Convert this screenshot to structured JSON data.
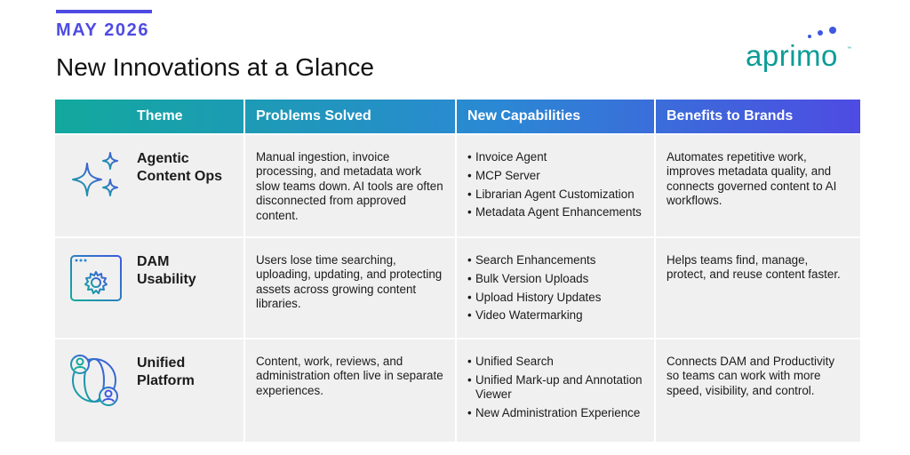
{
  "header": {
    "month": "MAY 2026",
    "title": "New Innovations at a Glance",
    "logo_text": "aprimo",
    "logo_mark": "™"
  },
  "colors": {
    "accent": "#4e4be2",
    "brand_teal": "#0b9c96",
    "header_gradient_start": "#12a99d",
    "header_gradient_end": "#4e4be2",
    "row_background": "#f0f0f0"
  },
  "table": {
    "columns": [
      "Theme",
      "Problems Solved",
      "New Capabilities",
      "Benefits to Brands"
    ],
    "rows": [
      {
        "icon": "sparkles-icon",
        "theme_line1": "Agentic",
        "theme_line2": "Content Ops",
        "problem": "Manual ingestion, invoice processing, and metadata work slow teams down. AI tools are often disconnected from approved content.",
        "capabilities": [
          "Invoice Agent",
          "MCP Server",
          "Librarian Agent Customization",
          "Metadata Agent Enhancements"
        ],
        "benefit": "Automates repetitive work, improves metadata quality, and connects governed content to AI workflows."
      },
      {
        "icon": "browser-gear-icon",
        "theme_line1": "DAM",
        "theme_line2": "Usability",
        "problem": "Users lose time searching, uploading, updating, and protecting assets across growing content libraries.",
        "capabilities": [
          "Search Enhancements",
          "Bulk Version Uploads",
          "Upload History Updates",
          "Video Watermarking"
        ],
        "benefit": "Helps teams find, manage, protect, and reuse content faster."
      },
      {
        "icon": "globe-users-icon",
        "theme_line1": "Unified",
        "theme_line2": "Platform",
        "problem": "Content, work, reviews, and administration often live in separate experiences.",
        "capabilities": [
          "Unified Search",
          "Unified Mark-up and Annotation Viewer",
          "New Administration Experience"
        ],
        "benefit": "Connects DAM and Productivity so teams can work with more speed, visibility, and control."
      }
    ]
  }
}
